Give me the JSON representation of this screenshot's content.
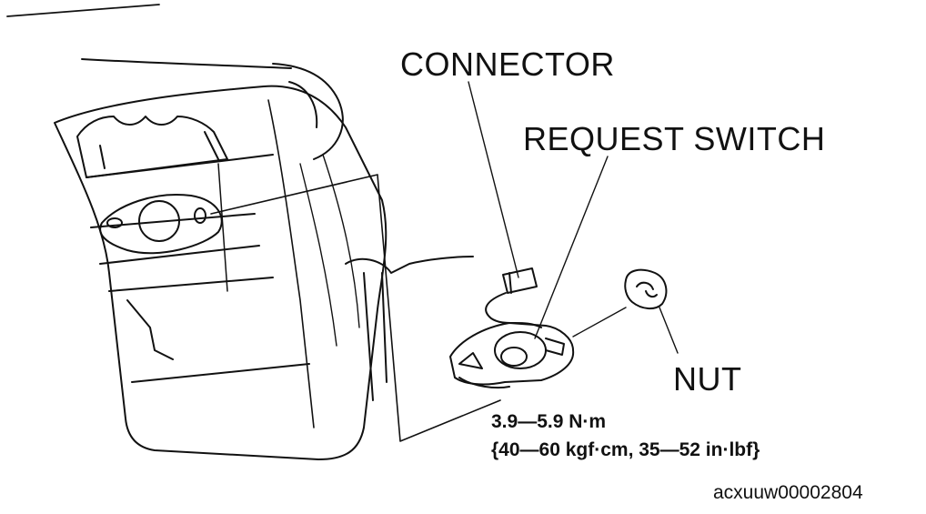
{
  "labels": {
    "connector": "CONNECTOR",
    "request_switch": "REQUEST SWITCH",
    "nut": "NUT"
  },
  "torque": {
    "line1": "3.9—5.9 N·m",
    "line2": "{40—60 kgf·cm, 35—52 in·lbf}"
  },
  "figure_code": "acxuuw00002804",
  "colors": {
    "ink": "#111111",
    "background": "#ffffff"
  }
}
